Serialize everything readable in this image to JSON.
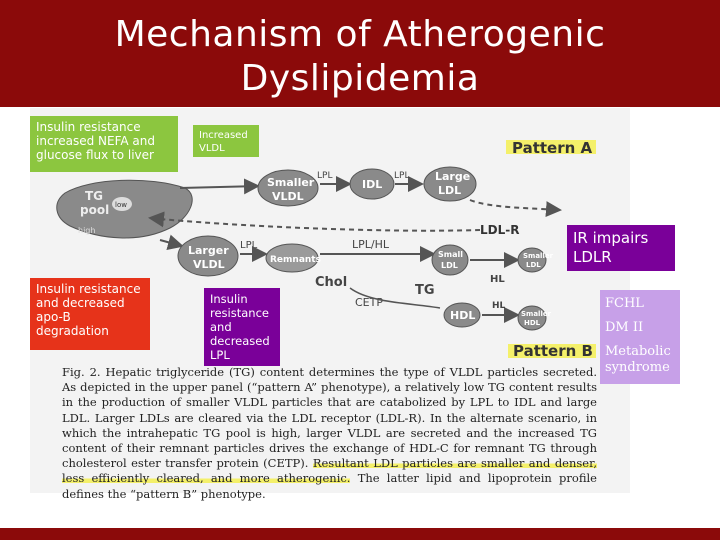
{
  "title": {
    "line1": "Mechanism of Atherogenic",
    "line2": "Dyslipidemia"
  },
  "annotations": {
    "insulin_nefa": "Insulin resistance increased NEFA and glucose flux to liver",
    "increased_vldl": "Increased VLDL",
    "ir_impairs_ldlr": "IR impairs LDLR",
    "insulin_apob": "Insulin resistance and decreased apo-B degradation",
    "insulin_lpl": "Insulin resistance and decreased LPL",
    "conditions": [
      "FCHL",
      "DM II",
      "Metabolic syndrome"
    ]
  },
  "figure": {
    "pattern_a": "Pattern A",
    "pattern_b": "Pattern B",
    "smaller_vldl": [
      "Smaller",
      "VLDL"
    ],
    "idl": "IDL",
    "large_ldl": [
      "Large",
      "LDL"
    ],
    "tg_pool": [
      "TG",
      "pool"
    ],
    "low": "low",
    "high": "high",
    "larger_vldl": [
      "Larger",
      "VLDL"
    ],
    "remnants": "Remnants",
    "small_ldl": [
      "Small",
      "LDL"
    ],
    "smaller_ldl": [
      "Smaller",
      "LDL"
    ],
    "hdl": "HDL",
    "smaller_hdl": [
      "Smaller",
      "HDL"
    ],
    "lpl": "LPL",
    "lpl_hl": "LPL/HL",
    "ldl_r": "LDL-R",
    "hl": "HL",
    "chol": "Chol",
    "tg": "TG",
    "cetp": "CETP"
  },
  "caption": {
    "part1": "Fig. 2. Hepatic triglyceride (TG) content determines the type of VLDL particles secreted. As depicted in the upper panel (“pattern A” phenotype), a relatively low TG content results in the production of smaller VLDL particles that are catabolized by LPL to IDL and large LDL. Larger LDLs are cleared via the LDL receptor (LDL-R). In the alternate scenario, in which the intrahepatic TG pool is high, larger VLDL are secreted and the increased TG content of their remnant particles drives the exchange of HDL-C for remnant TG through cholesterol ester transfer protein (CETP).",
    "highlight": "Resultant LDL particles are smaller and denser, less efficiently cleared, and more atherogenic.",
    "part2": "The latter lipid and lipoprotein profile defines the “pattern B” phenotype."
  },
  "colors": {
    "title_bg": "#8b0a0a",
    "green_box": "#8cc63f",
    "red_box": "#e6331a",
    "purple_box": "#7a0099",
    "lavender_box": "#c7a0e8",
    "highlight": "#f4f06a"
  }
}
